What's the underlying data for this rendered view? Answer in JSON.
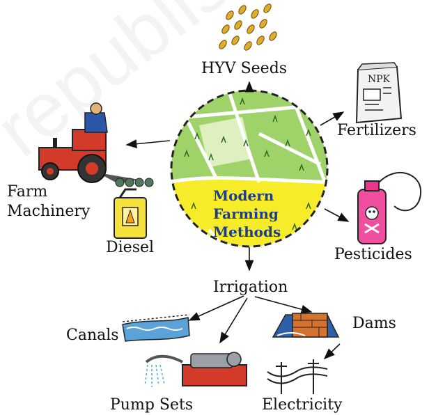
{
  "diagram": {
    "center": {
      "line1": "Modern",
      "line2": "Farming",
      "line3": "Methods"
    },
    "nodes": {
      "hyv_seeds": "HYV Seeds",
      "fertilizers": "Fertilizers",
      "pesticides": "Pesticides",
      "farm_machinery_line1": "Farm",
      "farm_machinery_line2": "Machinery",
      "diesel": "Diesel",
      "irrigation": "Irrigation",
      "canals": "Canals",
      "dams": "Dams",
      "pump_sets": "Pump Sets",
      "electricity": "Electricity"
    },
    "fertilizer_bag_text": "NPK"
  },
  "colors": {
    "field_green": "#9fd36a",
    "field_yellow": "#f6ec2a",
    "pesticide_pink": "#f04fa0",
    "tractor_red": "#d23a2a",
    "seed_gold": "#e0ad2a",
    "water_blue": "#5aa2d8",
    "brick": "#d5722f"
  },
  "icons": [
    "seeds-icon",
    "fertilizer-bag-icon",
    "pesticide-sprayer-icon",
    "tractor-icon",
    "diesel-can-icon",
    "canal-icon",
    "dam-icon",
    "pump-set-icon",
    "electricity-pole-icon"
  ]
}
